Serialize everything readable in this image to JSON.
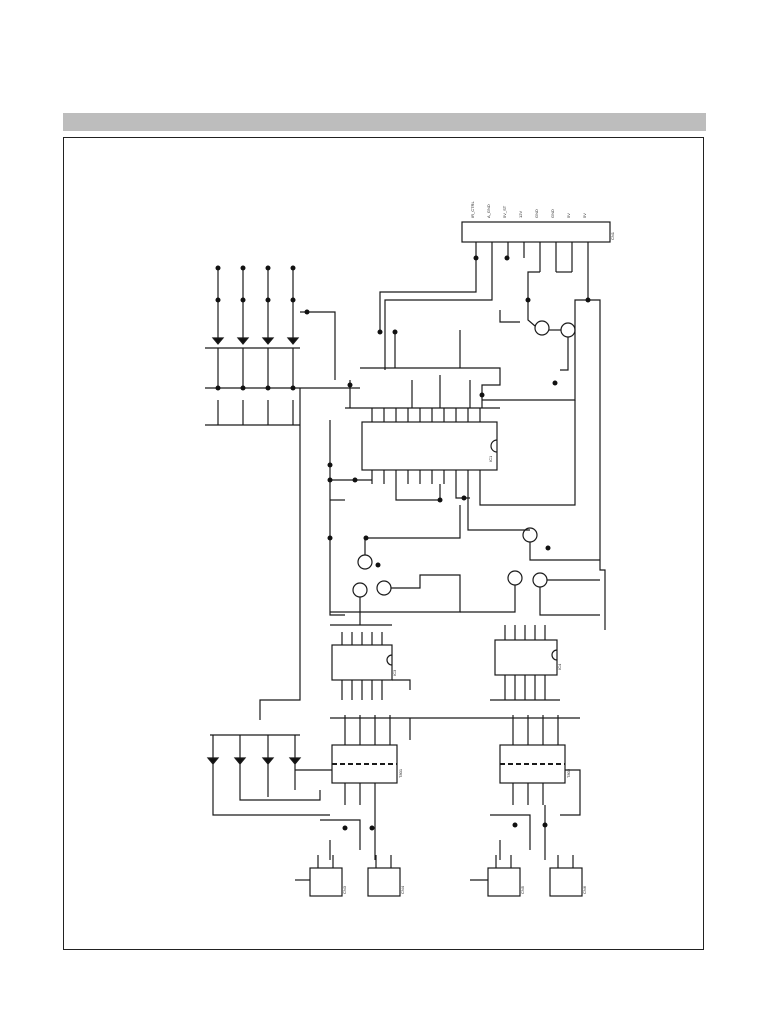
{
  "page": {
    "title_bar_text": ""
  },
  "schematic": {
    "connector_cn1": {
      "ref": "CN1",
      "pins": [
        "IR_CTRL",
        "A_GND",
        "5V_ST",
        "12V",
        "GND",
        "GND",
        "5V",
        "5V"
      ]
    },
    "main_ic": {
      "ref": "IC1"
    },
    "buffer_ics": [
      {
        "ref": "IC3"
      },
      {
        "ref": "IC4"
      }
    ],
    "transformers": [
      {
        "ref": "T801"
      },
      {
        "ref": "T802"
      }
    ],
    "output_connectors": [
      {
        "ref": "CN3"
      },
      {
        "ref": "CN4"
      },
      {
        "ref": "CN5"
      },
      {
        "ref": "CN6"
      }
    ],
    "colors": {
      "wire": "#1a1a1a",
      "dot": "#111111",
      "frame": "#222222",
      "title_bar": "#bdbdbd"
    }
  }
}
